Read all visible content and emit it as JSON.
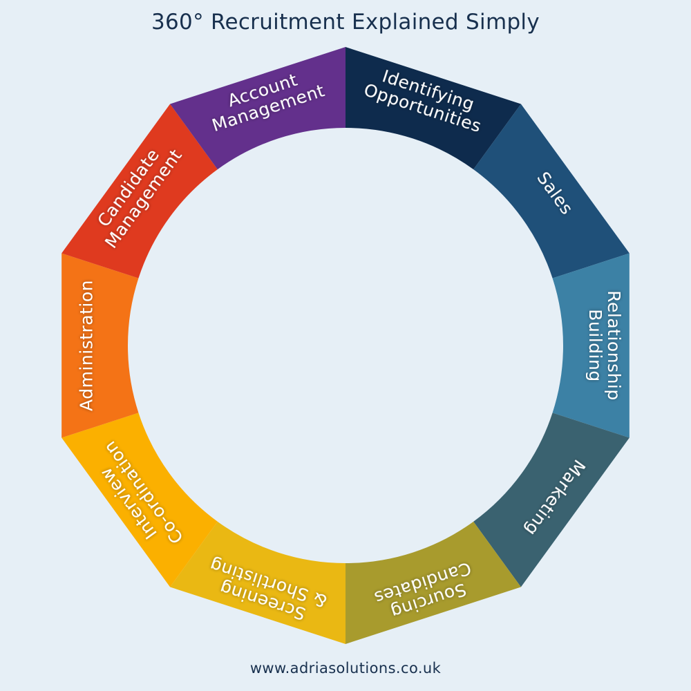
{
  "title": "360° Recruitment Explained Simply",
  "footer": "www.adriasolutions.co.uk",
  "segments": [
    {
      "lines": [
        "Identifying",
        "Opportunities"
      ],
      "color": "#0e2b4d"
    },
    {
      "lines": [
        "Sales"
      ],
      "color": "#1f5079"
    },
    {
      "lines": [
        "Relationship",
        "Building"
      ],
      "color": "#3c81a5"
    },
    {
      "lines": [
        "Marketing"
      ],
      "color": "#3a6270"
    },
    {
      "lines": [
        "Sourcing",
        "Candidates"
      ],
      "color": "#a89b2d"
    },
    {
      "lines": [
        "Screening",
        "& Shortlisting"
      ],
      "color": "#eab813"
    },
    {
      "lines": [
        "Interview",
        "Co-ordination"
      ],
      "color": "#fbb000"
    },
    {
      "lines": [
        "Administration"
      ],
      "color": "#f47316"
    },
    {
      "lines": [
        "Candidate",
        "Management"
      ],
      "color": "#df3a1f"
    },
    {
      "lines": [
        "Account",
        "Management"
      ],
      "color": "#63308c"
    }
  ]
}
